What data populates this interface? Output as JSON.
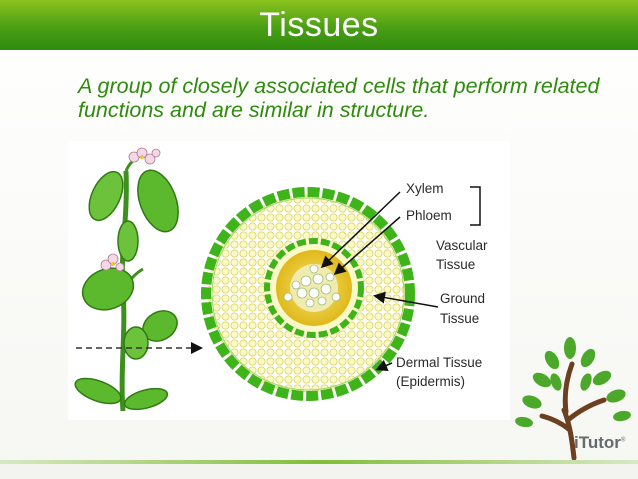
{
  "slide": {
    "title": "Tissues",
    "definition": "A group of closely associated cells that perform related functions and are similar in structure."
  },
  "figure": {
    "labels": {
      "xylem": "Xylem",
      "phloem": "Phloem",
      "vascular_line1": "Vascular",
      "vascular_line2": "Tissue",
      "ground_line1": "Ground",
      "ground_line2": "Tissue",
      "dermal_line1": "Dermal Tissue",
      "dermal_line2": "(Epidermis)"
    }
  },
  "logo": {
    "brand": "iTutor",
    "mark": "®"
  },
  "colors": {
    "title_bar": "#4a9f14",
    "definition_text": "#2f8a0e",
    "epidermis": "#3fb31a",
    "ground": "#f3f09a",
    "vascular": "#e6c52a",
    "logo_text": "#666a6e"
  },
  "icons": {
    "plant": "plant-illustration",
    "cross_section": "stem-cross-section",
    "logo_tree": "tree-icon"
  }
}
